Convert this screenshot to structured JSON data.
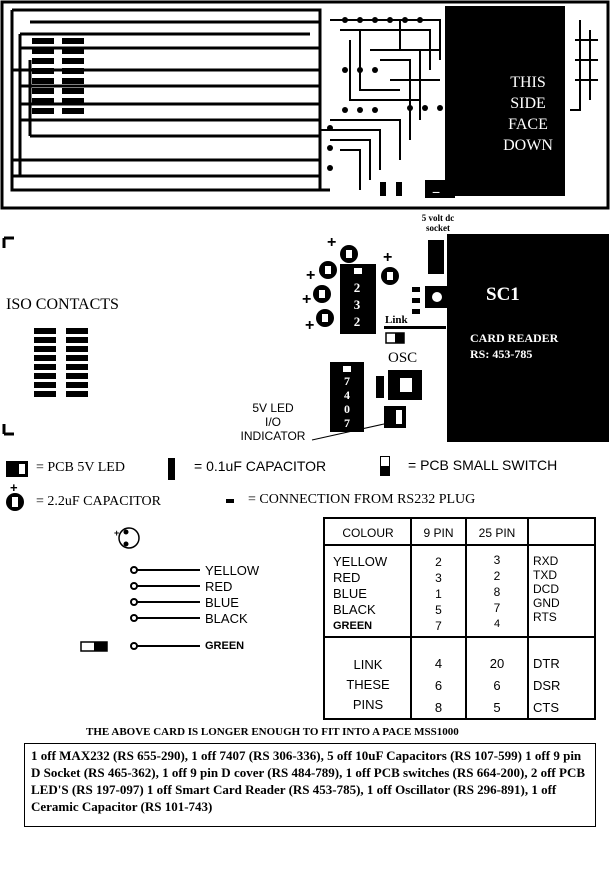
{
  "board": {
    "face_down_lines": [
      "THIS",
      "SIDE",
      "FACE",
      "DOWN"
    ]
  },
  "labels": {
    "socket_top": "5 volt dc",
    "socket_bottom": "socket",
    "iso_contacts": "ISO CONTACTS",
    "sc1": "SC1",
    "card_reader": "CARD READER",
    "card_reader_rs": "RS: 453-785",
    "link": "Link",
    "osc": "OSC",
    "chip_232": [
      "2",
      "3",
      "2"
    ],
    "chip_7407": [
      "7",
      "4",
      "0",
      "7"
    ],
    "led_line1": "5V LED",
    "led_line2": "I/O",
    "led_line3": "INDICATOR"
  },
  "legend": {
    "pcb_led": "= PCB 5V LED",
    "capacitor_01": "= 0.1uF CAPACITOR",
    "small_switch": "= PCB SMALL SWITCH",
    "capacitor_22": "= 2.2uF CAPACITOR",
    "rs232_connection": "= CONNECTION FROM RS232 PLUG"
  },
  "wires": [
    "YELLOW",
    "RED",
    "BLUE",
    "BLACK",
    "GREEN"
  ],
  "pin_table": {
    "headers": [
      "COLOUR",
      "9 PIN",
      "25 PIN",
      ""
    ],
    "colours": [
      "YELLOW",
      "RED",
      "BLUE",
      "BLACK",
      "GREEN"
    ],
    "nine_pin": [
      "2",
      "3",
      "1",
      "5",
      "7"
    ],
    "twentyfive_pin": [
      "3",
      "2",
      "8",
      "7",
      "4"
    ],
    "signals": [
      "RXD",
      "TXD",
      "DCD",
      "GND",
      "RTS"
    ],
    "link_labels": [
      "LINK",
      "THESE",
      "PINS"
    ],
    "link_nine": [
      "4",
      "6",
      "8"
    ],
    "link_twentyfive": [
      "20",
      "6",
      "5"
    ],
    "link_signals": [
      "DTR",
      "DSR",
      "CTS"
    ]
  },
  "notes": {
    "card_note": "THE ABOVE CARD IS LONGER ENOUGH TO FIT INTO A PACE MSS1000",
    "parts_list": "1 off MAX232 (RS 655-290), 1 off 7407 (RS 306-336), 5 off 10uF Capacitors (RS 107-599) 1 off 9 pin D Socket (RS 465-362), 1 off 9 pin D cover (RS 484-789), 1 off PCB switches (RS 664-200), 2 off PCB LED'S (RS 197-097) 1 off Smart Card Reader (RS 453-785), 1 off Oscillator (RS 296-891), 1 off Ceramic Capacitor (RS 101-743)"
  },
  "colors": {
    "ink": "#000000",
    "paper": "#ffffff"
  }
}
